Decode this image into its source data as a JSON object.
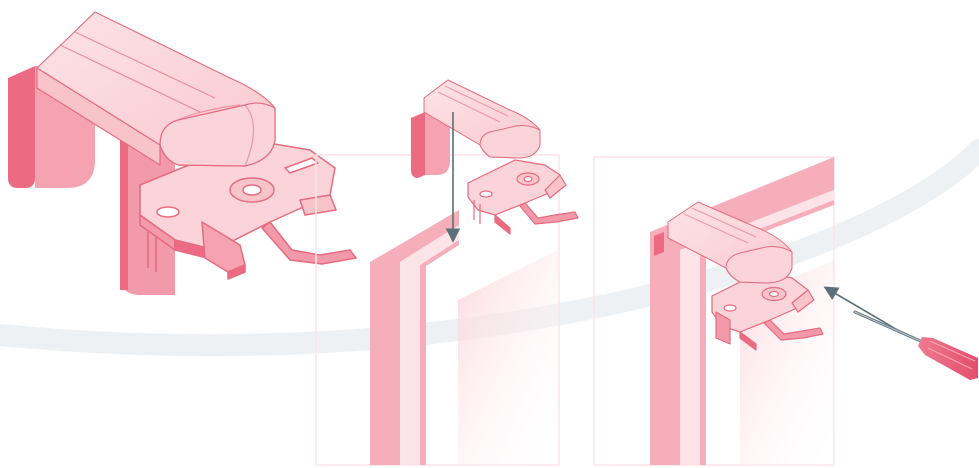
{
  "figure": {
    "background": "#ffffff",
    "palette": {
      "cap_light": "#fcd9dc",
      "cap_mid": "#f8c3c9",
      "line": "#e56b80",
      "bracket_dark": "#ec6b83",
      "bracket_mid": "#f39aaa",
      "bracket_light": "#fbd4da",
      "frame_stripe": "#f6aebb",
      "frame_pale": "#fde4e8",
      "arrow": "#5b6f78",
      "screwdriver_handle": "#ee5f7b",
      "swoosh": "#eef1f3"
    },
    "panels": [
      {
        "id": "closeup",
        "items": [
          "end-cap",
          "mounting-bracket",
          "wall-block"
        ]
      },
      {
        "id": "step-1",
        "items": [
          "window-frame",
          "end-cap",
          "mounting-bracket",
          "down-arrow"
        ]
      },
      {
        "id": "step-2",
        "items": [
          "window-frame",
          "end-cap",
          "mounting-bracket",
          "screwdriver",
          "insert-arrow"
        ]
      }
    ]
  }
}
